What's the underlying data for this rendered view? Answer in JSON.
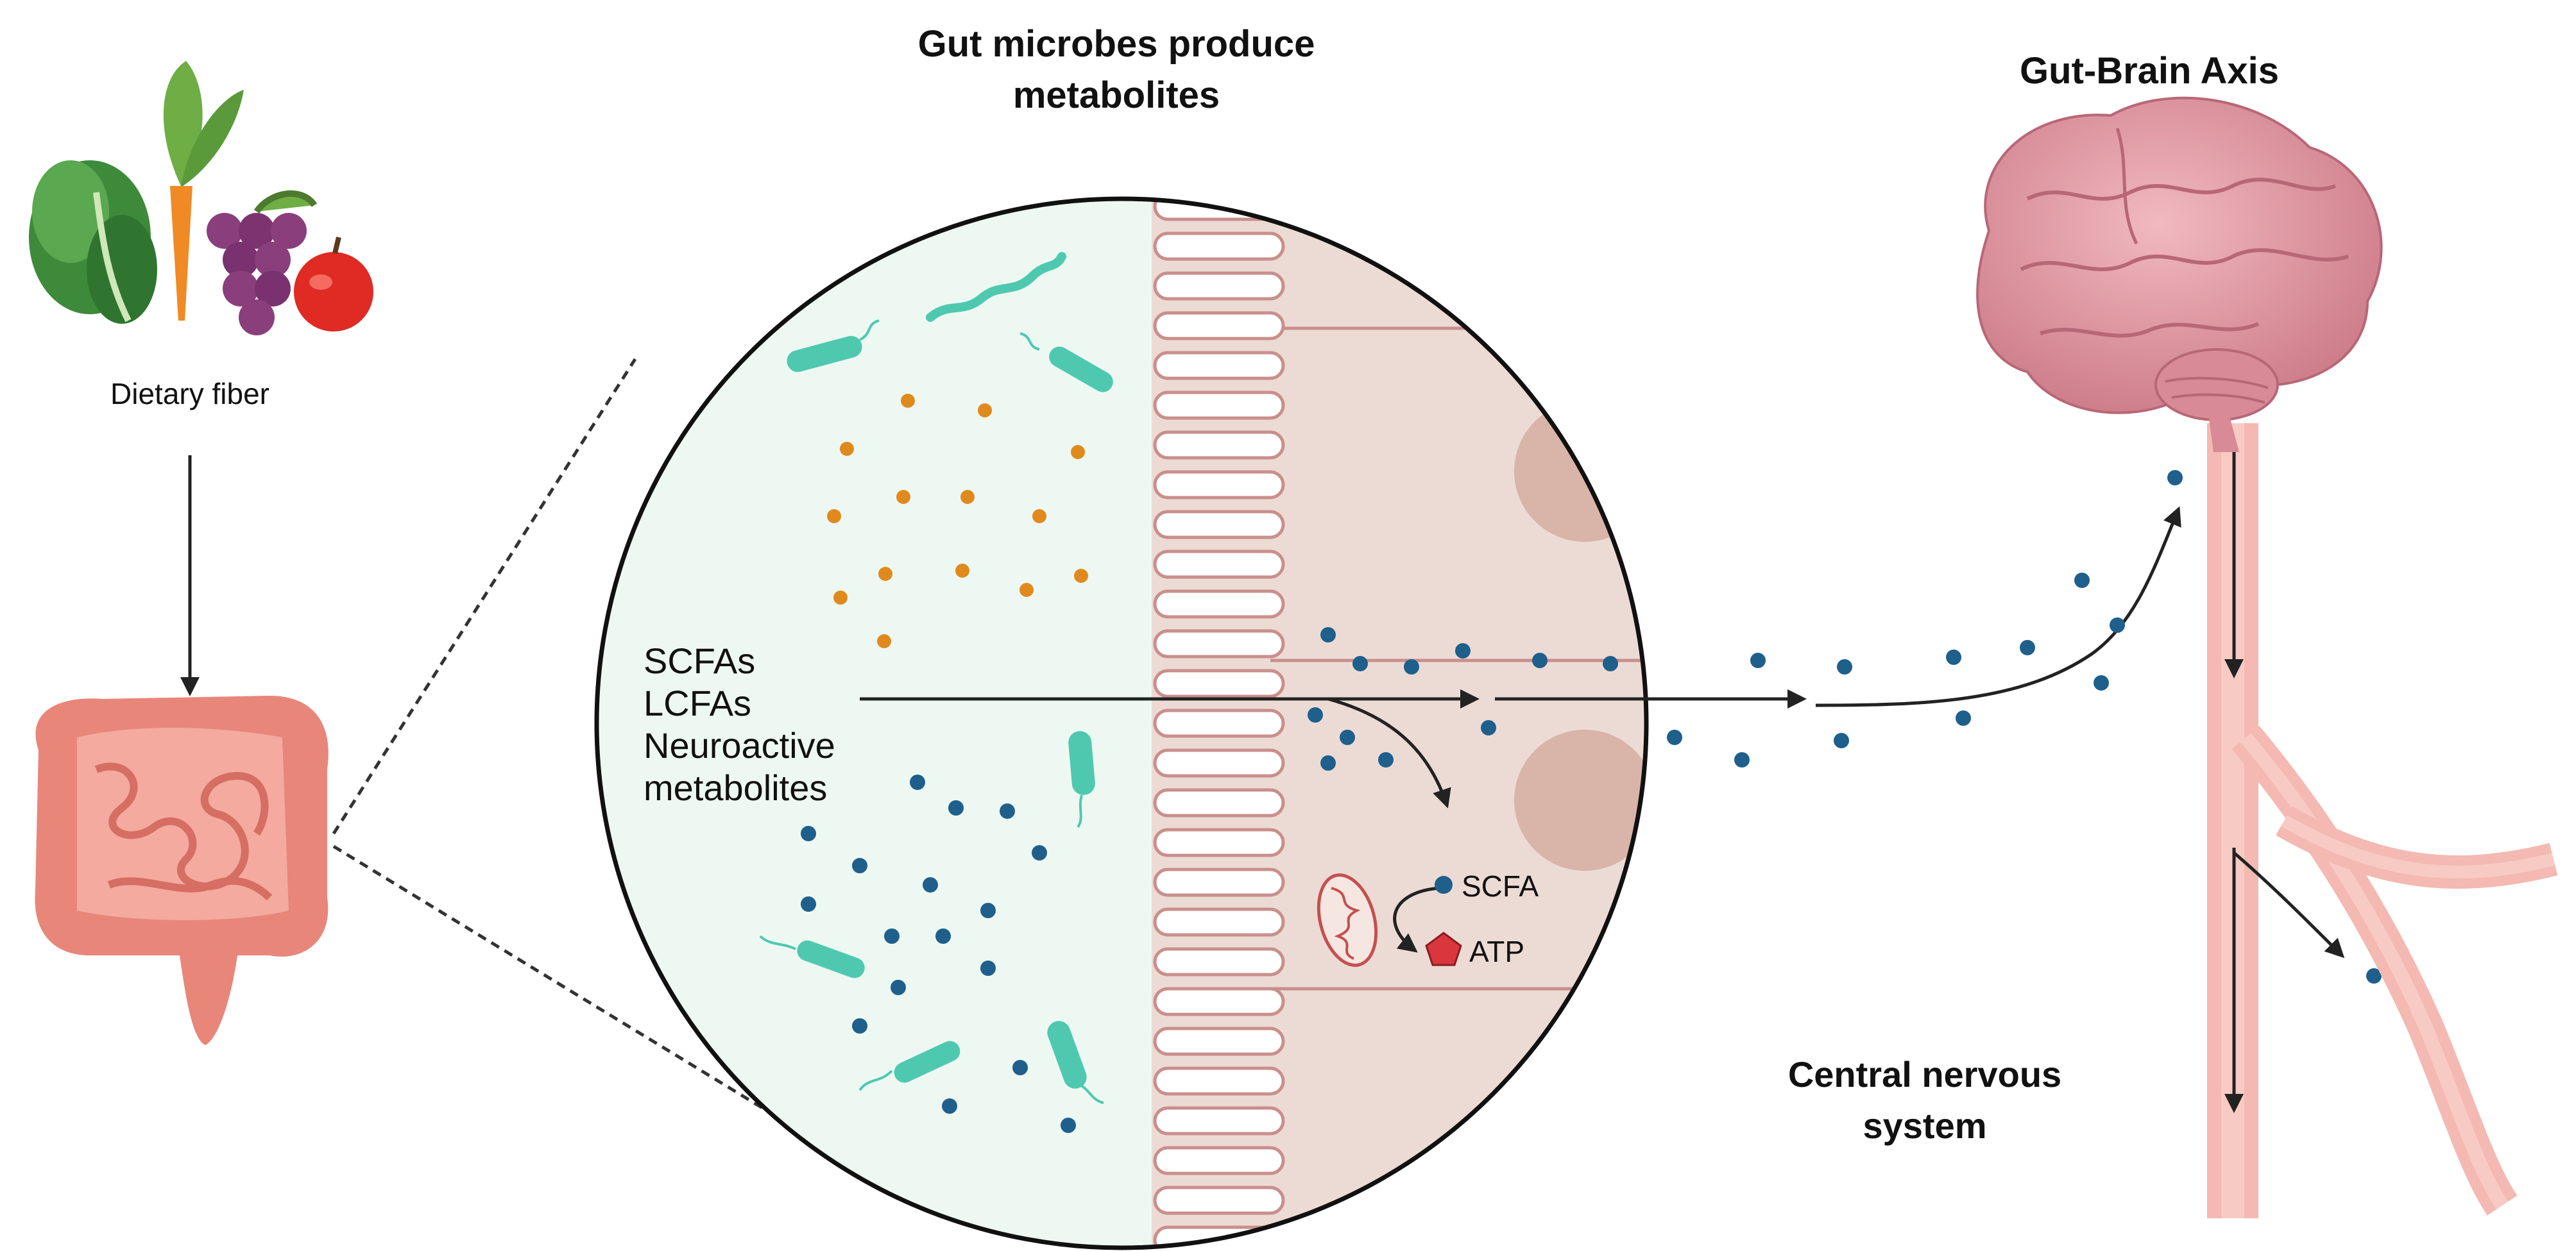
{
  "labels": {
    "dietary_fiber": "Dietary fiber",
    "gut_microbes_line1": "Gut microbes produce",
    "gut_microbes_line2": "metabolites",
    "gut_brain_axis": "Gut-Brain Axis",
    "cns_line1": "Central nervous",
    "cns_line2": "system",
    "metabolites": [
      "SCFAs",
      "LCFAs",
      "Neuroactive",
      "metabolites"
    ],
    "scfa": "SCFA",
    "atp": "ATP"
  },
  "colors": {
    "lumen_bg": "#eef8f2",
    "tissue_bg": "#ecdbd4",
    "villi_stroke": "#c98f8c",
    "bacteria": "#4ec9b0",
    "metabolite_orange": "#e08a1e",
    "metabolite_blue": "#1f5f8b",
    "atp_red": "#d9363e",
    "brain_pink": "#e8a3ad",
    "nerve_pink": "#f3b9b2",
    "intestine_pink": "#ec9588",
    "arrow": "#222222"
  },
  "icons": [
    "vegetables-icon",
    "carrot-icon",
    "grapes-icon",
    "apple-icon",
    "intestine-icon",
    "brain-icon",
    "spinal-cord-icon",
    "mitochondrion-icon",
    "bacteria-icon"
  ]
}
